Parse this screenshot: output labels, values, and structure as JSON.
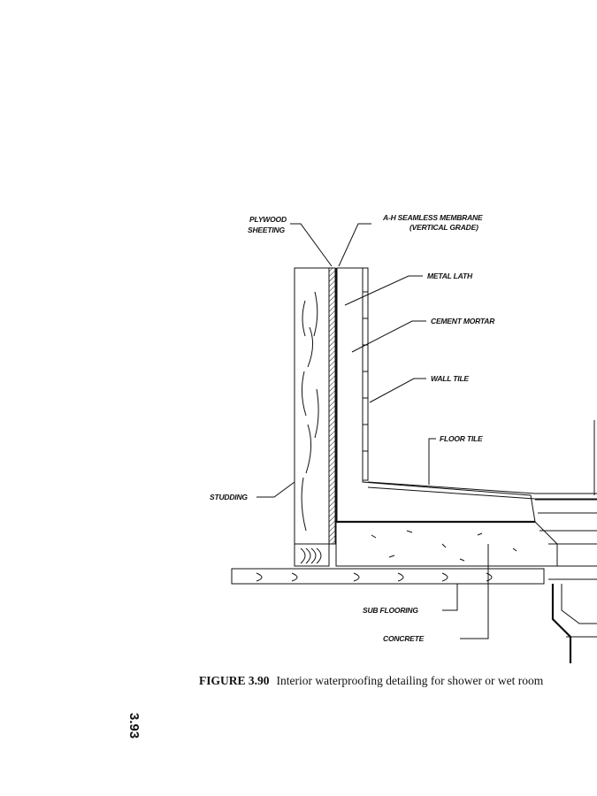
{
  "figure": {
    "labels": {
      "plywood_1": "PLYWOOD",
      "plywood_2": "SHEETING",
      "membrane_1": "A-H SEAMLESS MEMBRANE",
      "membrane_2": "(VERTICAL GRADE)",
      "metal_lath": "METAL LATH",
      "cement_mortar": "CEMENT MORTAR",
      "wall_tile": "WALL TILE",
      "floor_tile": "FLOOR TILE",
      "studding": "STUDDING",
      "sub_flooring": "SUB FLOORING",
      "concrete": "CONCRETE"
    },
    "caption_number": "FIGURE 3.90",
    "caption_text": "Interior waterproofing detailing for shower or wet room"
  },
  "page_number": "3.93"
}
